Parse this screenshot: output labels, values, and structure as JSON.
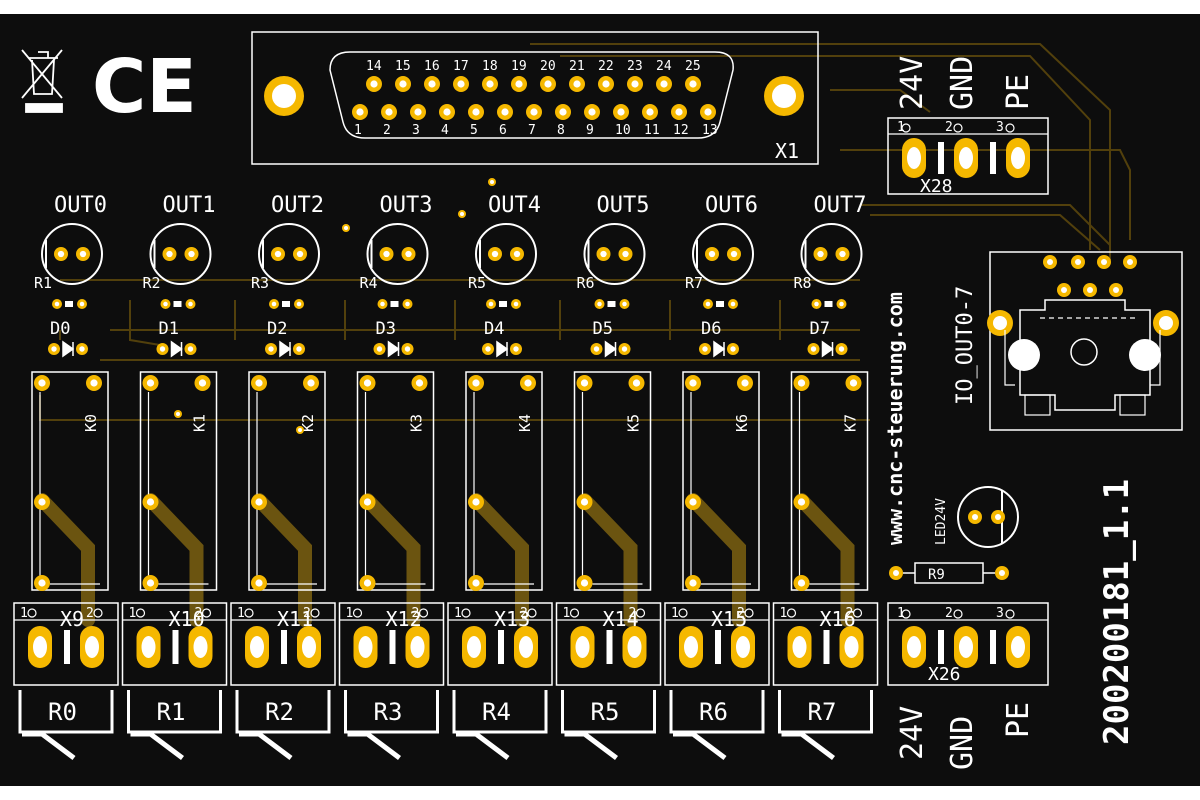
{
  "board": {
    "version": "200200181_1.1",
    "url": "www.cnc-steuerung.com"
  },
  "marks": {
    "ce": "CE",
    "weee_icon": "weee-bin-icon"
  },
  "dsub": {
    "name": "X1",
    "top_pins": [
      "14",
      "15",
      "16",
      "17",
      "18",
      "19",
      "20",
      "21",
      "22",
      "23",
      "24",
      "25"
    ],
    "bottom_pins": [
      "1",
      "2",
      "3",
      "4",
      "5",
      "6",
      "7",
      "8",
      "9",
      "10",
      "11",
      "12",
      "13"
    ]
  },
  "outputs": [
    "OUT0",
    "OUT1",
    "OUT2",
    "OUT3",
    "OUT4",
    "OUT5",
    "OUT6",
    "OUT7"
  ],
  "resistors": [
    "R1",
    "R2",
    "R3",
    "R4",
    "R5",
    "R6",
    "R7",
    "R8"
  ],
  "diodes": [
    "D0",
    "D1",
    "D2",
    "D3",
    "D4",
    "D5",
    "D6",
    "D7"
  ],
  "relays": [
    "K0",
    "K1",
    "K2",
    "K3",
    "K4",
    "K5",
    "K6",
    "K7"
  ],
  "terminals": [
    "X9",
    "X10",
    "X11",
    "X12",
    "X13",
    "X14",
    "X15",
    "X16"
  ],
  "terminal_pin_labels": [
    "1",
    "2"
  ],
  "relay_outputs": [
    "R0",
    "R1",
    "R2",
    "R3",
    "R4",
    "R5",
    "R6",
    "R7"
  ],
  "power_top": {
    "name": "X28",
    "labels": [
      "24V",
      "GND",
      "PE"
    ],
    "pins": [
      "1",
      "2",
      "3"
    ]
  },
  "power_bottom": {
    "name": "X26",
    "labels": [
      "24V",
      "GND",
      "PE"
    ],
    "pins": [
      "1",
      "2",
      "3"
    ]
  },
  "rj45": {
    "name": "IO_OUT0-7"
  },
  "status_led": {
    "name": "LED24V",
    "resistor": "R9"
  },
  "colors": {
    "board": "#0d0d0d",
    "copper": "#f5b800",
    "trace": "#6b5410",
    "silk": "#ffffff",
    "drill": "#ffffff"
  }
}
